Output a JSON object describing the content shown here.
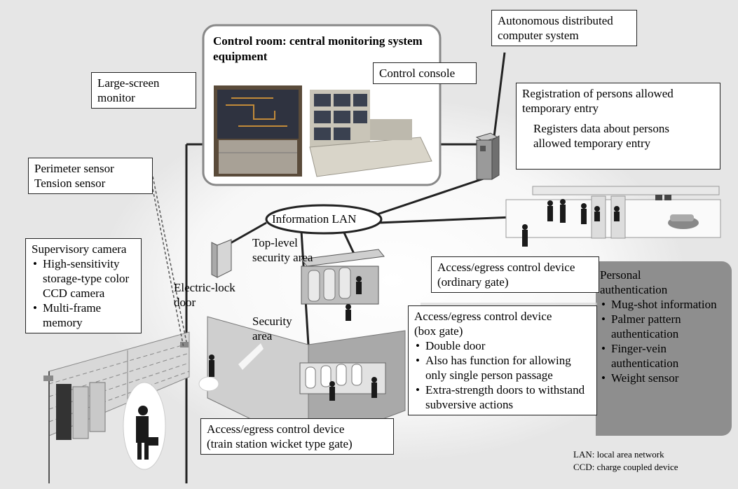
{
  "control_room_title": "Control room: central monitoring system equipment",
  "labels": {
    "large_screen_monitor": [
      "Large-screen",
      "monitor"
    ],
    "control_console": "Control console",
    "autonomous_system": [
      "Autonomous distributed",
      "computer system"
    ],
    "registration": [
      "Registration of persons allowed",
      "temporary entry"
    ],
    "registers": [
      "Registers data about persons",
      "allowed temporary entry"
    ],
    "perimeter": [
      "Perimeter sensor",
      "Tension sensor"
    ],
    "information_lan": "Information LAN",
    "top_level_area": [
      "Top-level",
      "security area"
    ],
    "electric_lock_door": [
      "Electric-lock",
      "door"
    ],
    "security_area": [
      "Security",
      "area"
    ],
    "ordinary_gate": [
      "Access/egress control device",
      "(ordinary gate)"
    ],
    "train_gate": [
      "Access/egress control device",
      "(train station wicket type gate)"
    ]
  },
  "supervisory_camera": {
    "title": "Supervisory camera",
    "items": [
      "High-sensitivity storage-type color CCD camera",
      "Multi-frame memory"
    ]
  },
  "box_gate": {
    "title": [
      "Access/egress control device",
      "(box gate)"
    ],
    "items": [
      "Double door",
      "Also has function for allowing only single person passage",
      "Extra-strength doors to withstand subversive actions"
    ]
  },
  "personal_authentication": {
    "title": [
      "Personal",
      "authentication"
    ],
    "items": [
      "Mug-shot information",
      "Palmer pattern authentication",
      "Finger-vein authentication",
      "Weight sensor"
    ]
  },
  "notes": [
    "LAN: local area network",
    "CCD: charge coupled device"
  ],
  "colors": {
    "background": "#e6e6e6",
    "panel": "#8e8e8e",
    "line": "#222222"
  }
}
